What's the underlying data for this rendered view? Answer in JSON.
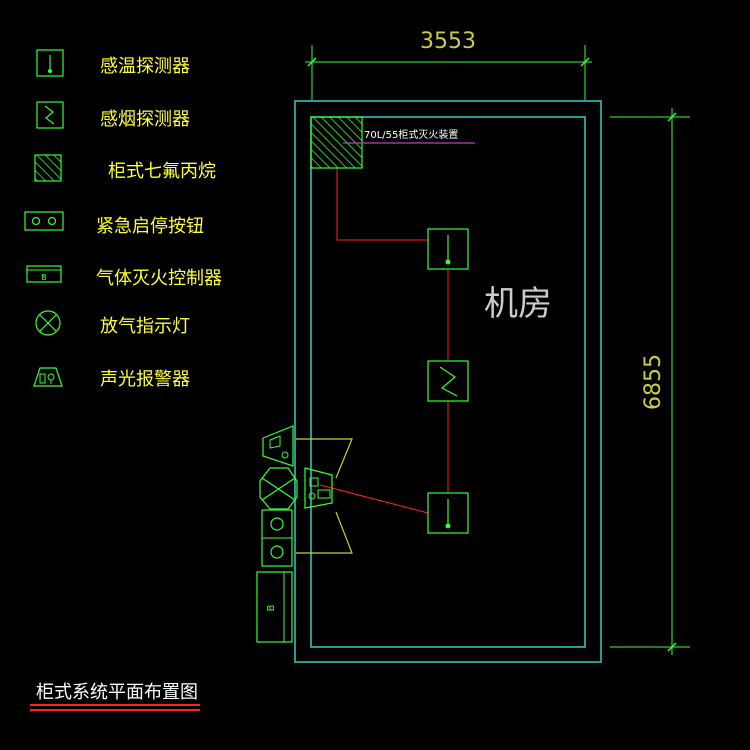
{
  "legend": {
    "heat_detector": "感温探测器",
    "smoke_detector": "感烟探测器",
    "cabinet_hfc": "柜式七氟丙烷",
    "emergency_button": "紧急启停按钮",
    "gas_controller": "气体灭火控制器",
    "release_lamp": "放气指示灯",
    "alarm": "声光报警器"
  },
  "dimensions": {
    "width": "3553",
    "height": "6855"
  },
  "room": {
    "label": "机房",
    "device_label": "70L/55柜式灭火装置"
  },
  "controller_mark": "B",
  "title": "柜式系统平面布置图",
  "colors": {
    "line_green": "#33ff33",
    "wall_cyan": "#33cccc",
    "wire_red": "#ff2222",
    "text_yellow": "#ffff33",
    "leader_magenta": "#cc33cc",
    "underline_red": "#ff2222"
  }
}
